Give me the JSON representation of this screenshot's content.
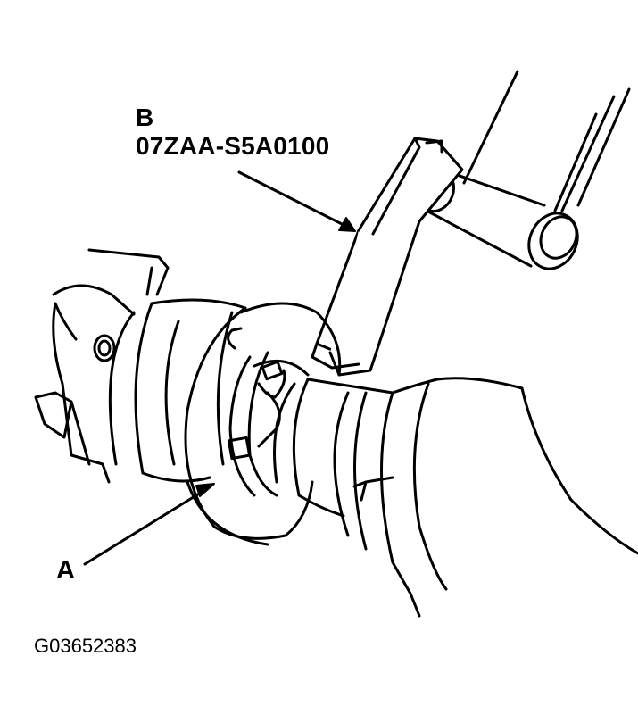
{
  "labels": {
    "b_letter": "B",
    "b_part_number": "07ZAA-S5A0100",
    "a_letter": "A"
  },
  "figure_id": "G03652383",
  "colors": {
    "ink": "#000000",
    "paper": "#ffffff"
  }
}
